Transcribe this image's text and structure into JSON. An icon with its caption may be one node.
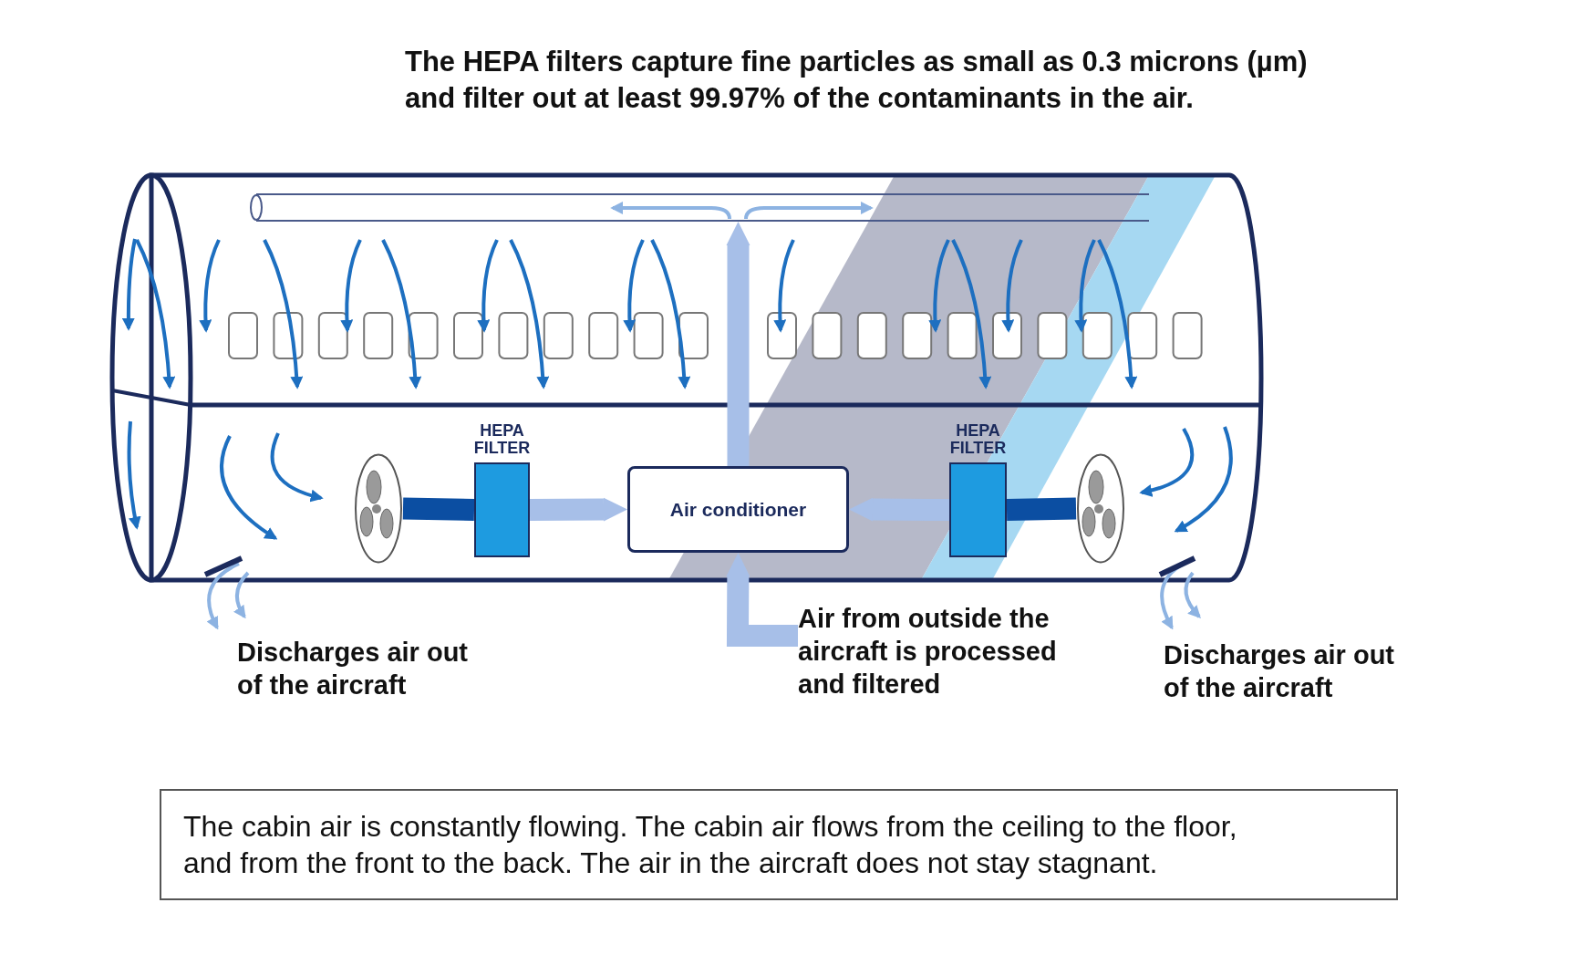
{
  "diagram": {
    "title": "The HEPA filters capture fine particles as small as 0.3 microns (µm) and filter out at least 99.97% of the contaminants in the air.",
    "caption": "The cabin air is constantly flowing. The cabin air flows from the ceiling to the floor, and from the front to the back. The air in the aircraft does not stay stagnant.",
    "nodes": [
      {
        "text": [],
        "shape": "cylinder"
      },
      {
        "text": [],
        "shape": "picture"
      },
      {
        "text": [
          "HEPA FILTER"
        ]
      },
      {
        "text": [
          "Air conditioner"
        ]
      },
      {
        "text": [
          "HEPA FILTER"
        ]
      },
      {
        "text": [],
        "shape": "picture"
      },
      {
        "text": [
          "Air from outside the aircraft is processed and filtered"
        ]
      }
    ],
    "edges": [
      {
        "from": 1,
        "to": 2,
        "arrow": "none",
        "color": "#0b4ea2"
      },
      {
        "from": 2,
        "to": 3,
        "arrow": "to"
      },
      {
        "from": 5,
        "to": 4,
        "arrow": "none",
        "color": "#0b4ea2"
      },
      {
        "from": 4,
        "to": 3,
        "arrow": "to"
      },
      {
        "from": 3,
        "to": 0,
        "arrow": "to"
      },
      {
        "from": 6,
        "to": 3,
        "arrow": "to"
      }
    ],
    "labels": [
      "Discharges air out of the aircraft",
      "Discharges air out of the aircraft"
    ]
  }
}
